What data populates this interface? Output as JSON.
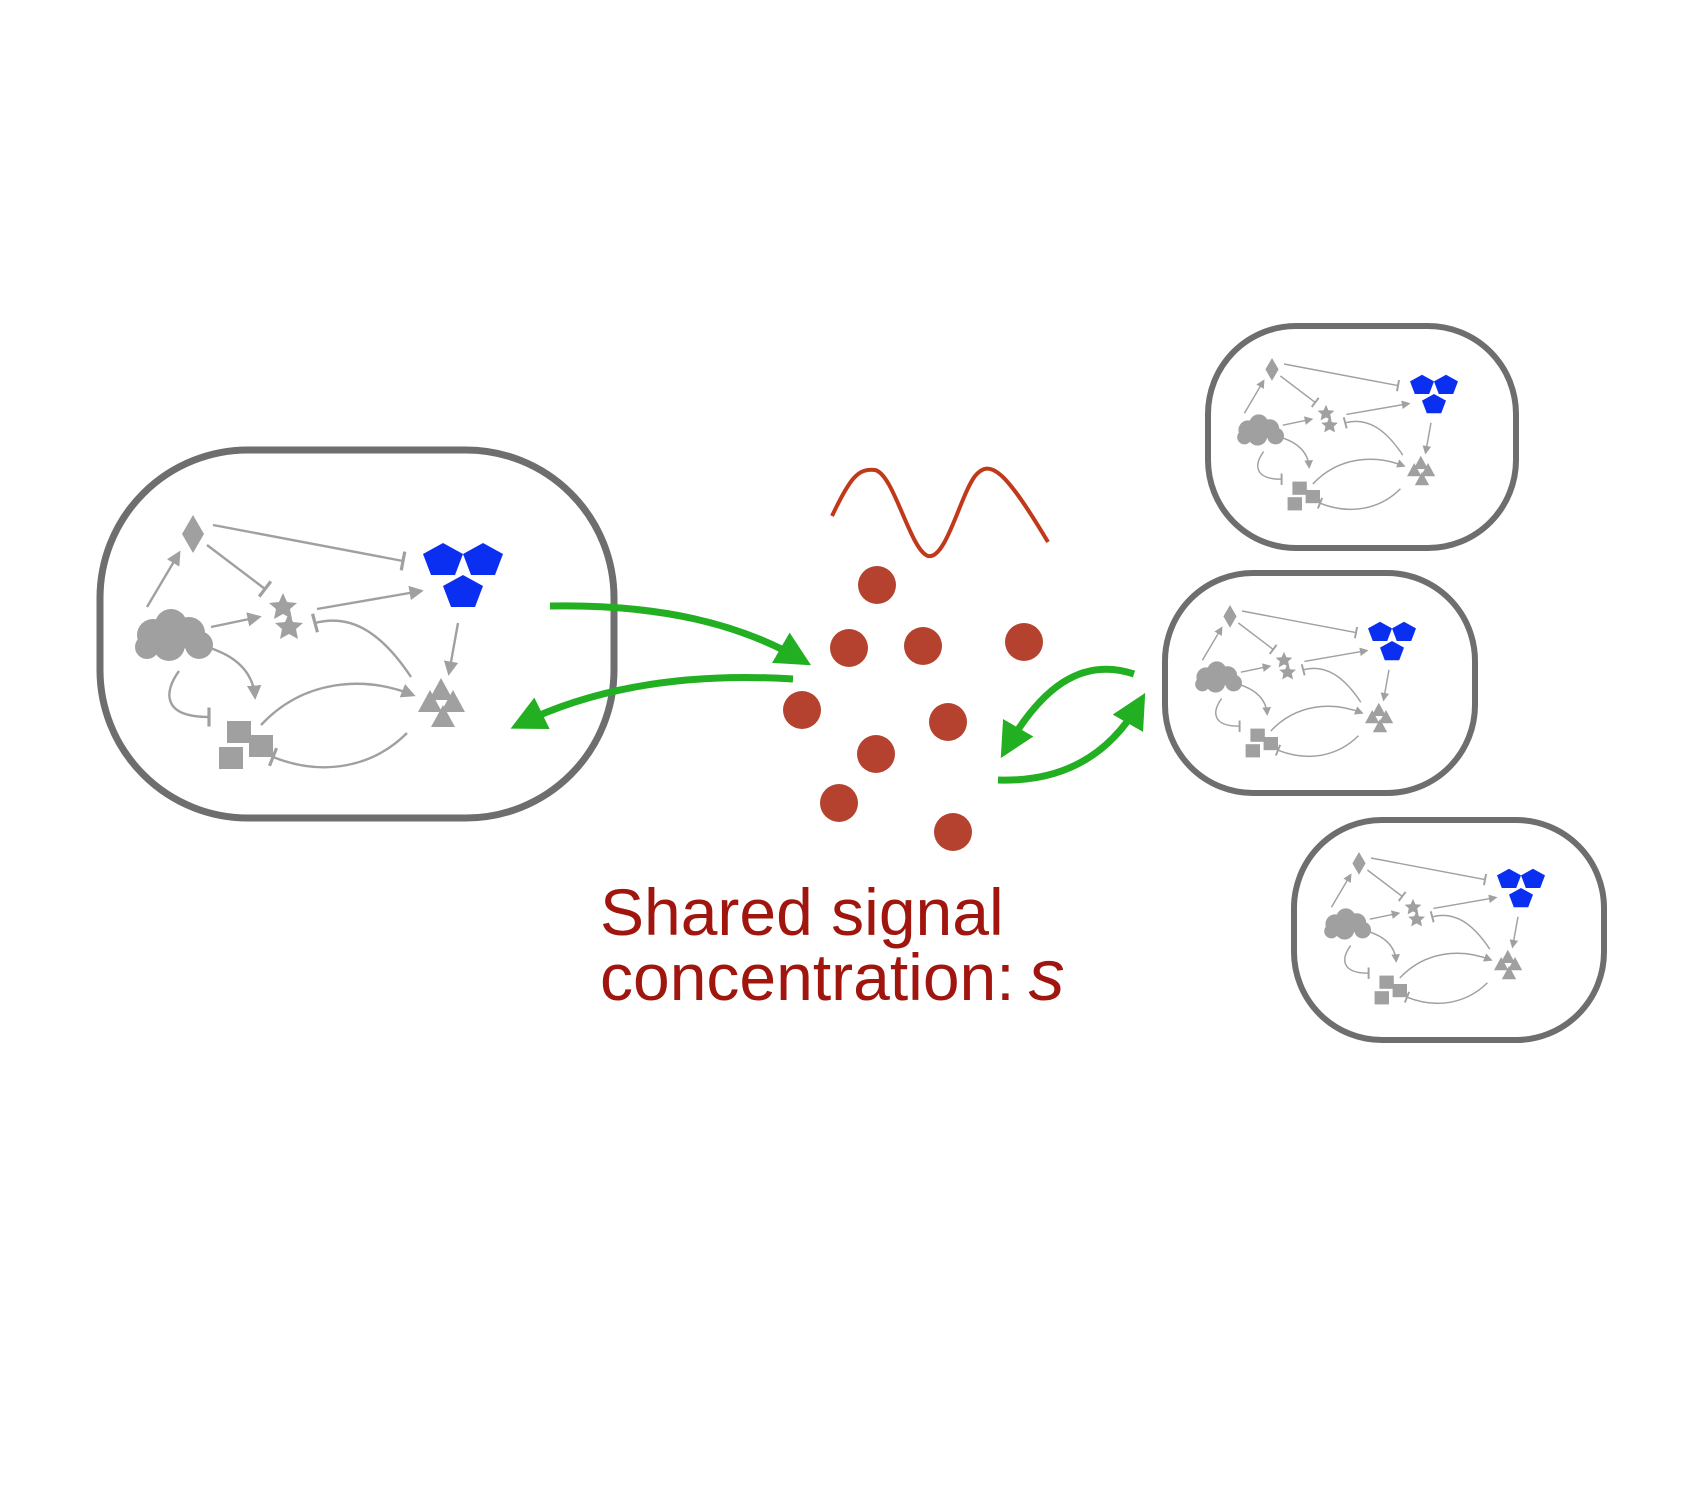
{
  "caption": {
    "line1": "Shared signal",
    "line2": "concentration:",
    "symbol": "s"
  },
  "colors": {
    "membrane": "#6e6e6e",
    "network": "#a0a0a0",
    "output_node": "#0a2ff0",
    "signal": "#b4422f",
    "oscillation": "#c0391b",
    "exchange_arrow": "#22b022",
    "caption": "#a0160f"
  },
  "icons": {
    "oscillation": "sine-wave-icon",
    "signal_molecule": "circle-dot-icon",
    "exchange": "curved-double-arrow-icon"
  }
}
